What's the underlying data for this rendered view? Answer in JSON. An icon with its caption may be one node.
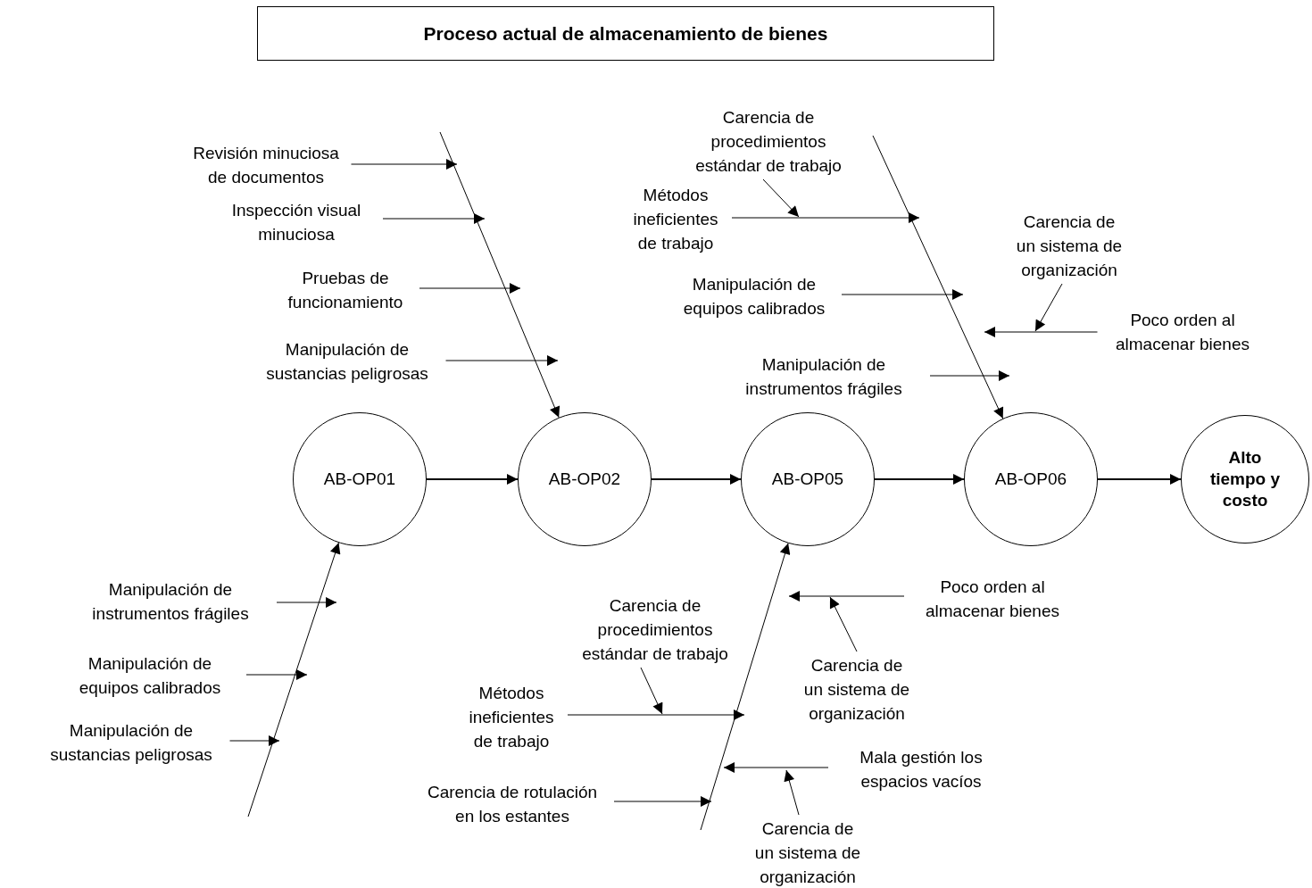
{
  "diagram": {
    "title": "Proceso actual de almacenamiento de bienes",
    "nodes": [
      {
        "text": [
          "AB-OP01"
        ]
      },
      {
        "text": [
          "AB-OP02"
        ]
      },
      {
        "text": [
          "AB-OP05"
        ]
      },
      {
        "text": [
          "AB-OP06"
        ]
      },
      {
        "text": [
          "Alto tiempo y costo"
        ]
      },
      {
        "text": [
          "Revisión minuciosa de documentos"
        ]
      },
      {
        "text": [
          "Inspección visual minuciosa"
        ]
      },
      {
        "text": [
          "Pruebas de funcionamiento"
        ]
      },
      {
        "text": [
          "Manipulación de sustancias peligrosas"
        ]
      },
      {
        "text": [
          "Carencia de procedimientos estándar de trabajo"
        ]
      },
      {
        "text": [
          "Métodos ineficientes de trabajo"
        ]
      },
      {
        "text": [
          "Manipulación de equipos calibrados"
        ]
      },
      {
        "text": [
          "Carencia de un sistema de organización"
        ]
      },
      {
        "text": [
          "Poco orden al almacenar bienes"
        ]
      },
      {
        "text": [
          "Manipulación de instrumentos frágiles"
        ]
      },
      {
        "text": [
          "Manipulación de instrumentos frágiles"
        ]
      },
      {
        "text": [
          "Manipulación de equipos calibrados"
        ]
      },
      {
        "text": [
          "Manipulación de sustancias peligrosas"
        ]
      },
      {
        "text": [
          "Poco orden al almacenar bienes"
        ]
      },
      {
        "text": [
          "Carencia de procedimientos estándar de trabajo"
        ]
      },
      {
        "text": [
          "Carencia de un sistema de organización"
        ]
      },
      {
        "text": [
          "Métodos ineficientes de trabajo"
        ]
      },
      {
        "text": [
          "Mala gestión los espacios vacíos"
        ]
      },
      {
        "text": [
          "Carencia de rotulación en los estantes"
        ]
      },
      {
        "text": [
          "Carencia de un sistema de organización"
        ]
      }
    ],
    "edges": [
      {
        "from": 0,
        "to": 1,
        "arrow": "to"
      },
      {
        "from": 1,
        "to": 2,
        "arrow": "to"
      },
      {
        "from": 2,
        "to": 3,
        "arrow": "to"
      },
      {
        "from": 3,
        "to": 4,
        "arrow": "to"
      },
      {
        "from": null,
        "to": 1,
        "arrow": "to"
      },
      {
        "from": null,
        "to": 3,
        "arrow": "to"
      },
      {
        "from": null,
        "to": 0,
        "arrow": "to"
      },
      {
        "from": null,
        "to": 2,
        "arrow": "to"
      },
      {
        "from": 5,
        "to": null,
        "arrow": "to"
      },
      {
        "from": 6,
        "to": null,
        "arrow": "to"
      },
      {
        "from": 7,
        "to": null,
        "arrow": "to"
      },
      {
        "from": 8,
        "to": null,
        "arrow": "to"
      },
      {
        "from": 9,
        "to": null,
        "arrow": "to"
      },
      {
        "from": 10,
        "to": null,
        "arrow": "to"
      },
      {
        "from": 11,
        "to": null,
        "arrow": "to"
      },
      {
        "from": 12,
        "to": null,
        "arrow": "to"
      },
      {
        "from": 13,
        "to": null,
        "arrow": "to"
      },
      {
        "from": 14,
        "to": null,
        "arrow": "to"
      },
      {
        "from": 15,
        "to": null,
        "arrow": "to"
      },
      {
        "from": 16,
        "to": null,
        "arrow": "to"
      },
      {
        "from": 17,
        "to": null,
        "arrow": "to"
      },
      {
        "from": 18,
        "to": null,
        "arrow": "to"
      },
      {
        "from": 19,
        "to": null,
        "arrow": "to"
      },
      {
        "from": 20,
        "to": null,
        "arrow": "to"
      },
      {
        "from": 21,
        "to": null,
        "arrow": "to"
      },
      {
        "from": 22,
        "to": null,
        "arrow": "to"
      },
      {
        "from": 23,
        "to": null,
        "arrow": "to"
      },
      {
        "from": 24,
        "to": null,
        "arrow": "to"
      }
    ]
  }
}
